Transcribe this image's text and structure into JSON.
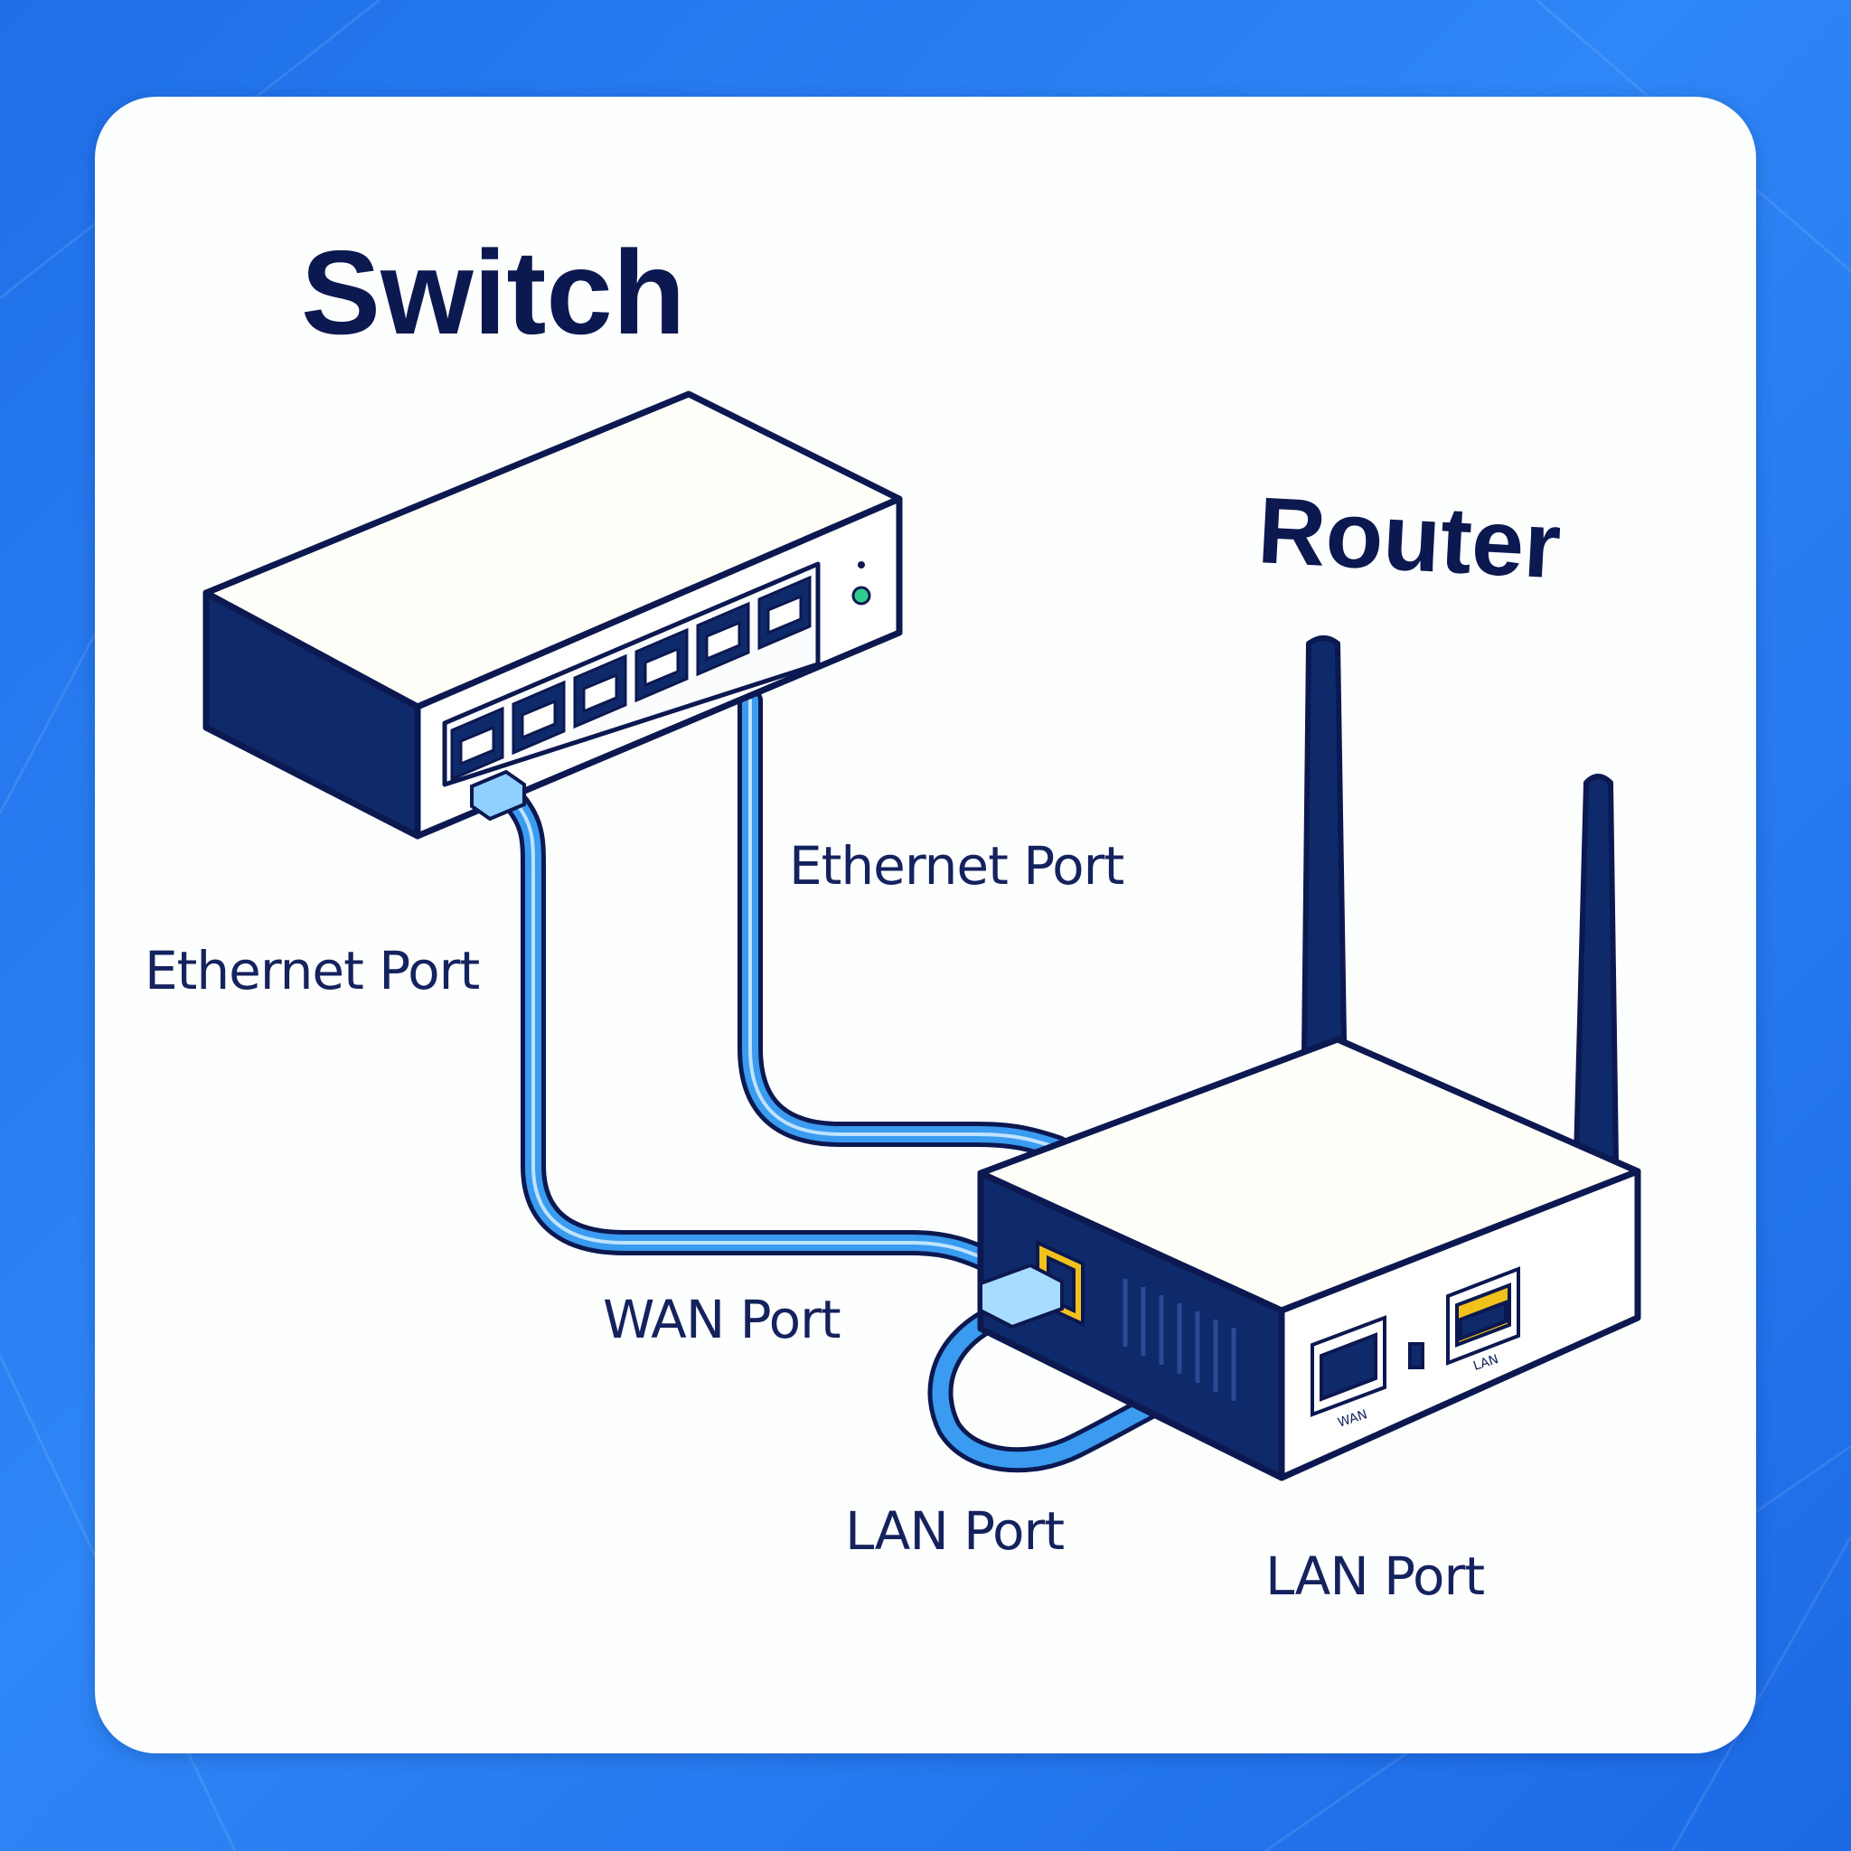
{
  "titles": {
    "switch": "Switch",
    "router": "Router"
  },
  "labels": {
    "switch_cable_port": "Ethernet Port",
    "switch_uplink_port": "Ethernet Port",
    "wan": "WAN Port",
    "lan_1": "LAN Port",
    "lan_2": "LAN Port"
  },
  "router_port_labels": {
    "wan": "WAN",
    "lan": "LAN"
  },
  "colors": {
    "background": "#2a7ff0",
    "card": "#fdfefe",
    "device_dark": "#0f2a6b",
    "outline": "#0c1850",
    "cable": "#3a9bf0",
    "wan_port_accent": "#f2c21c",
    "status_led": "#2ecc8f"
  },
  "icons": [
    "switch-device-icon",
    "router-device-icon",
    "ethernet-port-icon",
    "antenna-icon",
    "status-led-icon",
    "ethernet-cable-icon"
  ]
}
